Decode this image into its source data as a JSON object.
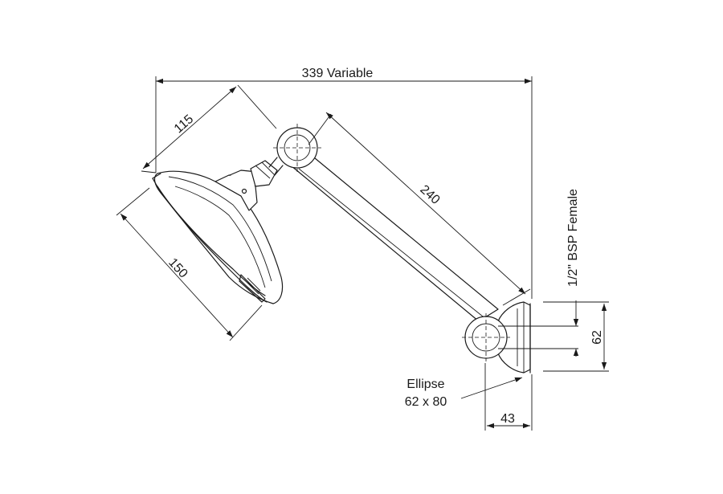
{
  "dimensions": {
    "overall_width": "339 Variable",
    "head_depth": "115",
    "head_diameter": "150",
    "arm_length": "240",
    "flange_height": "62",
    "flange_depth": "43"
  },
  "notes": {
    "thread": "1/2\" BSP Female",
    "ellipse_line1": "Ellipse",
    "ellipse_line2": "62 x 80"
  }
}
